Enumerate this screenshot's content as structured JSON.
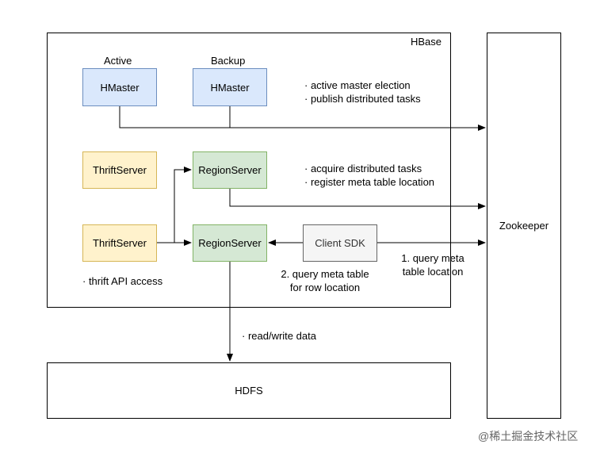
{
  "containers": {
    "hbase": "HBase",
    "zookeeper": "Zookeeper",
    "hdfs": "HDFS"
  },
  "hmaster": {
    "active_label": "Active",
    "backup_label": "Backup",
    "active_box": "HMaster",
    "backup_box": "HMaster"
  },
  "servers": {
    "thrift_top": "ThriftServer",
    "thrift_bottom": "ThriftServer",
    "region_top": "RegionServer",
    "region_bottom": "RegionServer",
    "client_sdk": "Client SDK"
  },
  "notes": {
    "master_1": "· active master election",
    "master_2": "· publish distributed tasks",
    "region_1": "· acquire distributed tasks",
    "region_2": "· register meta table location",
    "thrift_api": "· thrift API access",
    "query_meta_zk_1": "1. query meta",
    "query_meta_zk_2": "table location",
    "query_meta_rs_1": "2. query meta table",
    "query_meta_rs_2": "for row location",
    "read_write": "· read/write data"
  },
  "watermark": "@稀土掘金技术社区"
}
